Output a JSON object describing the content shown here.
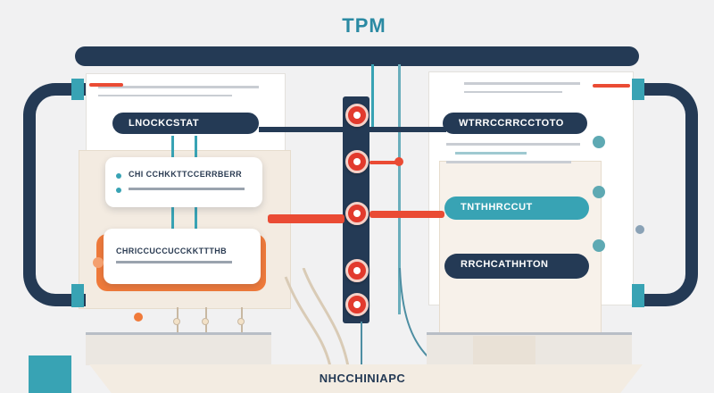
{
  "title": "TPM",
  "left_block": {
    "header": "LNOCKCSTAT",
    "card_top": "CHI CCHKKTTCCERRBERR",
    "card_bottom": "CHRICCUCCUCCKKTTTHB"
  },
  "right_block": {
    "header": "WTRRCCRRCCTOTO",
    "pill_teal": "TNTHHRCCUT",
    "pill_navy": "RRCHCATHHTON"
  },
  "footer": {
    "label": "NHCCHINIAPC"
  },
  "colors": {
    "navy": "#243a55",
    "teal": "#38a3b4",
    "red": "#ea4b34",
    "orange": "#f07a3a",
    "beige": "#f3ebe1"
  }
}
